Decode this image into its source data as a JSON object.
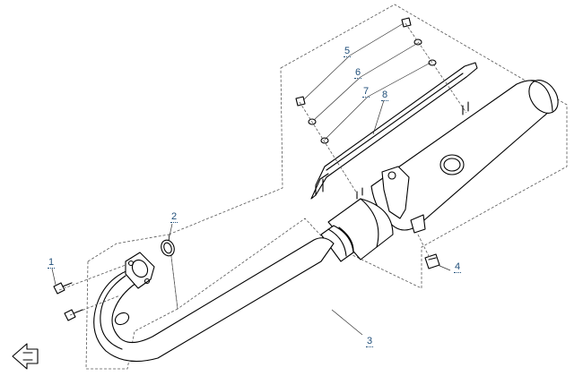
{
  "diagram": {
    "callouts": [
      {
        "id": "1",
        "label": "1"
      },
      {
        "id": "2",
        "label": "2"
      },
      {
        "id": "3",
        "label": "3"
      },
      {
        "id": "4",
        "label": "4"
      },
      {
        "id": "5",
        "label": "5"
      },
      {
        "id": "6",
        "label": "6"
      },
      {
        "id": "7",
        "label": "7"
      },
      {
        "id": "8",
        "label": "8"
      }
    ],
    "parts": [
      "mounting-bolt",
      "exhaust-gasket",
      "muffler-assembly",
      "speed-nut",
      "heat-shield-screw",
      "washer",
      "lock-washer",
      "heat-shield"
    ],
    "icons": [
      "front-direction-arrow-icon"
    ],
    "colors": {
      "line": "#000000",
      "callout": "#1f4e79",
      "background": "#ffffff"
    }
  }
}
